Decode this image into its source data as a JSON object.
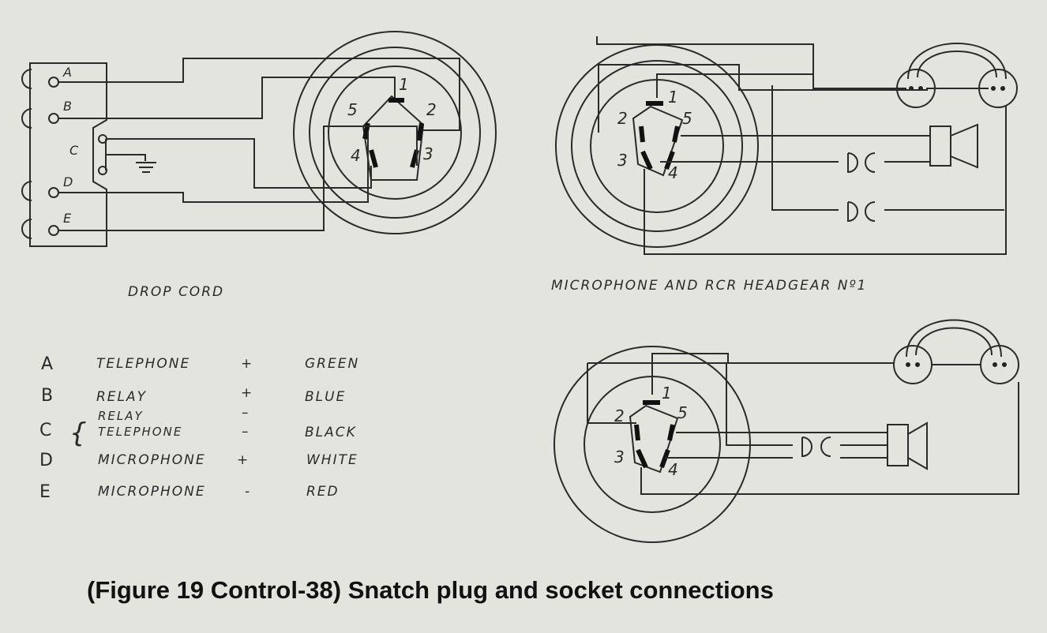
{
  "drop_cord": {
    "title": "DROP CORD",
    "terminals": [
      "A",
      "B",
      "C",
      "D",
      "E"
    ],
    "pins": [
      "1",
      "2",
      "3",
      "4",
      "5"
    ]
  },
  "headgear1": {
    "title": "MICROPHONE AND RCR HEADGEAR Nº1",
    "pins": [
      "1",
      "2",
      "3",
      "4",
      "5"
    ]
  },
  "headgear2": {
    "pins": [
      "1",
      "2",
      "3",
      "4",
      "5"
    ]
  },
  "legend": [
    {
      "letter": "A",
      "circuit": "TELEPHONE",
      "sign": "+",
      "color": "GREEN"
    },
    {
      "letter": "B",
      "circuit": "RELAY",
      "sign": "+",
      "color": "BLUE"
    },
    {
      "letter": "C",
      "circuit_lines": [
        "RELAY",
        "TELEPHONE"
      ],
      "sign_lines": [
        "–",
        "–"
      ],
      "color": "BLACK"
    },
    {
      "letter": "D",
      "circuit": "MICROPHONE",
      "sign": "+",
      "color": "WHITE"
    },
    {
      "letter": "E",
      "circuit": "MICROPHONE",
      "sign": "-",
      "color": "RED"
    }
  ],
  "caption": "(Figure 19 Control-38) Snatch plug and socket connections"
}
